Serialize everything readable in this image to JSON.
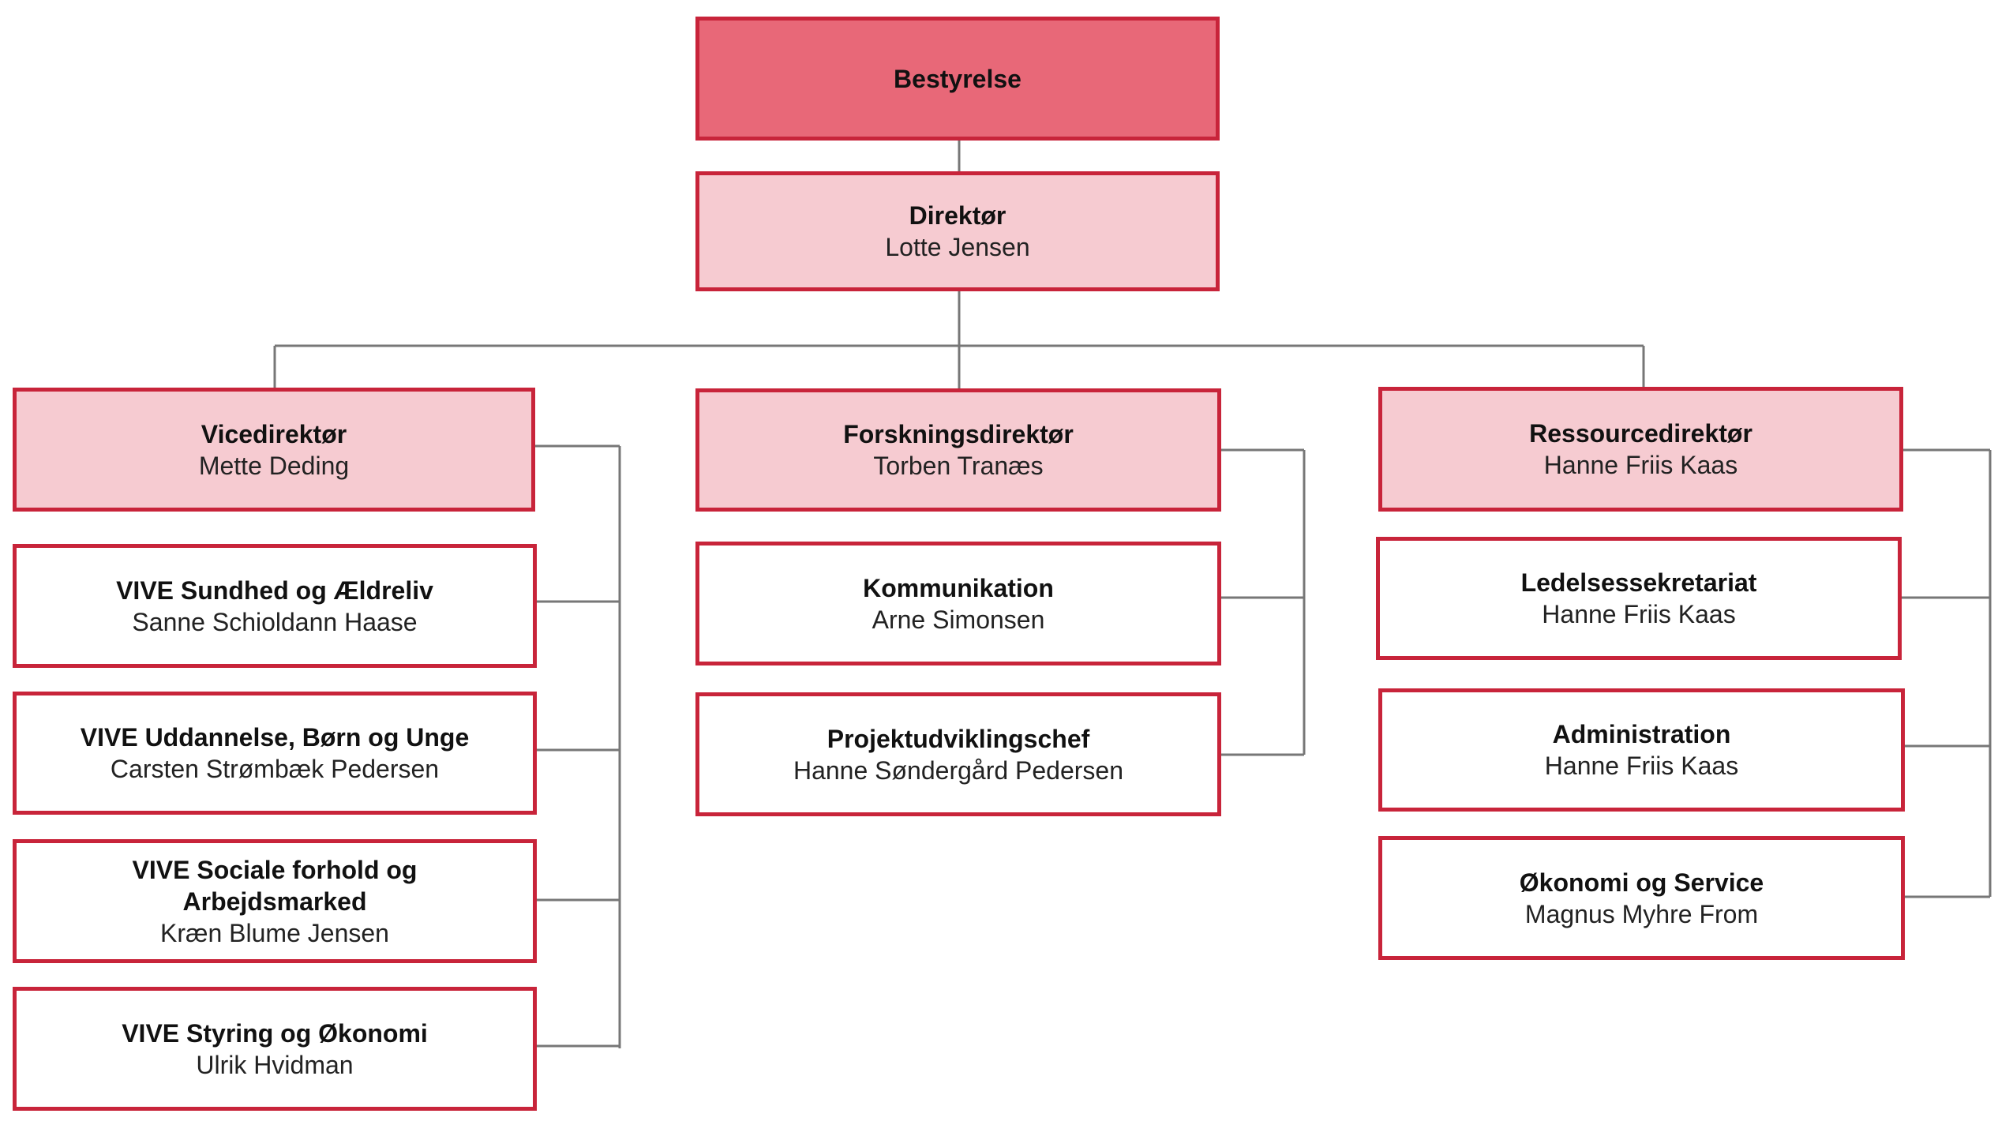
{
  "board": {
    "title": "Bestyrelse"
  },
  "director": {
    "title": "Direktør",
    "person": "Lotte Jensen"
  },
  "vicedirector": {
    "title": "Vicedirektør",
    "person": "Mette Deding",
    "units": [
      {
        "title": "VIVE Sundhed og Ældreliv",
        "person": "Sanne Schioldann Haase"
      },
      {
        "title": "VIVE Uddannelse, Børn og Unge",
        "person": "Carsten Strømbæk Pedersen"
      },
      {
        "title": "VIVE Sociale forhold og Arbejdsmarked",
        "person": "Kræn Blume Jensen"
      },
      {
        "title": "VIVE Styring og Økonomi",
        "person": "Ulrik Hvidman"
      }
    ]
  },
  "research": {
    "title": "Forskningsdirektør",
    "person": "Torben Tranæs",
    "units": [
      {
        "title": "Kommunikation",
        "person": "Arne Simonsen"
      },
      {
        "title": "Projektudviklingschef",
        "person": "Hanne Søndergård Pedersen"
      }
    ]
  },
  "resource": {
    "title": "Ressourcedirektør",
    "person": "Hanne Friis Kaas",
    "units": [
      {
        "title": "Ledelsessekretariat",
        "person": "Hanne Friis Kaas"
      },
      {
        "title": "Administration",
        "person": "Hanne Friis Kaas"
      },
      {
        "title": "Økonomi og Service",
        "person": "Magnus Myhre From"
      }
    ]
  },
  "colors": {
    "border": "#c8243a",
    "board_fill": "#e86878",
    "exec_fill": "#f6cbd1",
    "unit_fill": "#ffffff",
    "connector": "#777777"
  }
}
